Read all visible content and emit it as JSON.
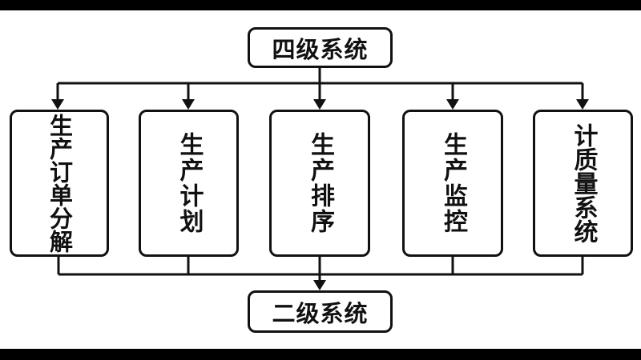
{
  "diagram": {
    "top_node": "四级系统",
    "bottom_node": "二级系统",
    "modules": [
      {
        "label": "生产订单分解"
      },
      {
        "label": "生产计划"
      },
      {
        "label": "生产排序"
      },
      {
        "label": "生产监控"
      },
      {
        "label": "计质量系统"
      }
    ],
    "colors": {
      "stroke": "#111111",
      "background": "#ffffff",
      "frame_bars": "#000000"
    }
  }
}
